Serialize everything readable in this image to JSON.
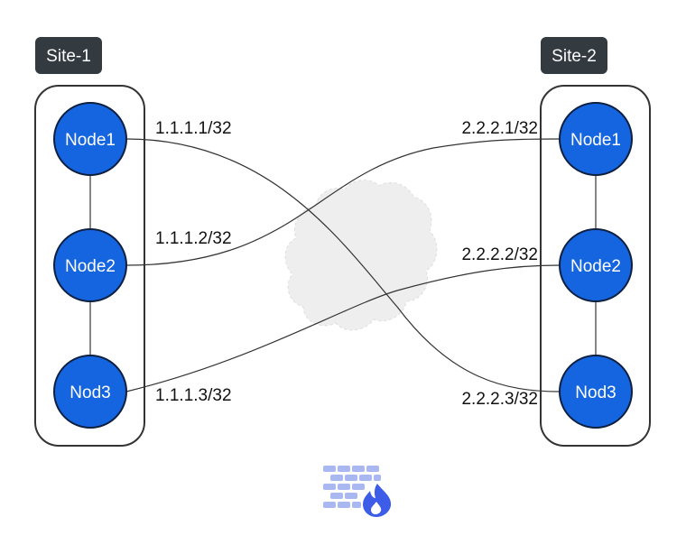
{
  "sites": [
    {
      "label": "Site-1",
      "nodes": [
        "Node1",
        "Node2",
        "Nod3"
      ],
      "addresses": [
        "1.1.1.1/32",
        "1.1.1.2/32",
        "1.1.1.3/32"
      ]
    },
    {
      "label": "Site-2",
      "nodes": [
        "Node1",
        "Node2",
        "Nod3"
      ],
      "addresses": [
        "2.2.2.1/32",
        "2.2.2.2/32",
        "2.2.2.3/32"
      ]
    }
  ],
  "links": [
    {
      "from": "Site-1 Node1",
      "to": "Site-2 Nod3"
    },
    {
      "from": "Site-1 Node2",
      "to": "Site-2 Node1"
    },
    {
      "from": "Site-1 Nod3",
      "to": "Site-2 Node2"
    }
  ],
  "colors": {
    "node_fill": "#1565e0",
    "node_stroke": "#0d2040",
    "site_label_bg": "#333a40",
    "cloud_fill": "#eeeeee",
    "link_stroke": "#333333",
    "firewall_brick": "#a9b8f0",
    "firewall_flame": "#3d5de8"
  },
  "icons": {
    "cloud": "cloud-icon",
    "firewall": "firewall-icon"
  }
}
